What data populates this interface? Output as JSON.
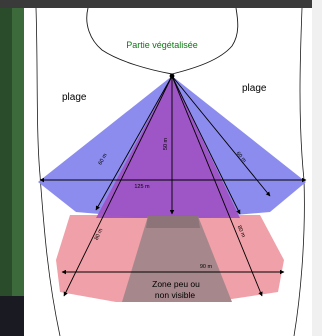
{
  "labels": {
    "vegetated": "Partie végétalisée",
    "beach_left": "plage",
    "beach_right": "plage",
    "zone_line1": "Zone peu ou",
    "zone_line2": "non visible"
  },
  "measurements": {
    "left_ray_upper": "60 m",
    "center_vertical": "50 m",
    "right_ray_upper": "60 m",
    "horizontal_width": "125 m",
    "left_ray_lower": "80 m",
    "right_ray_lower": "80 m",
    "bottom_width": "90 m"
  },
  "colors": {
    "visible_zone": "#8686ee",
    "overlap_zone": "#9f52c2",
    "far_zone": "#f0a0a8",
    "hidden_zone": "#a6888c",
    "vegetation_label": "#0a7a10",
    "photo_left": "#3c6a3a",
    "photo_bottom": "#1a1a22"
  }
}
